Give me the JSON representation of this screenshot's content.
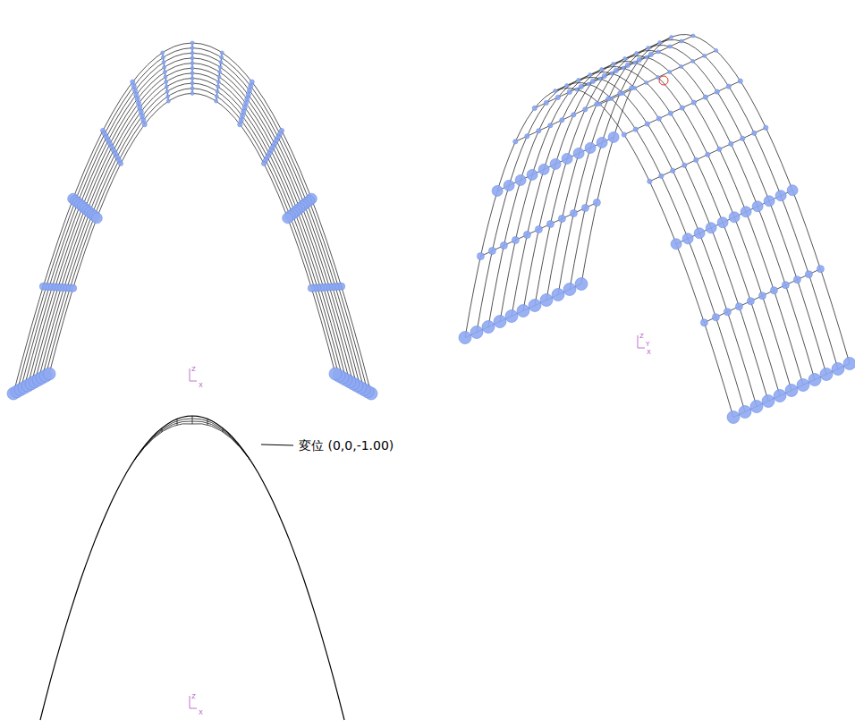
{
  "diagram": {
    "labels": [
      "変位 (0,0,-1.00)",
      "Z",
      "X",
      "Z",
      "Y",
      "X",
      "Z",
      "X"
    ]
  }
}
